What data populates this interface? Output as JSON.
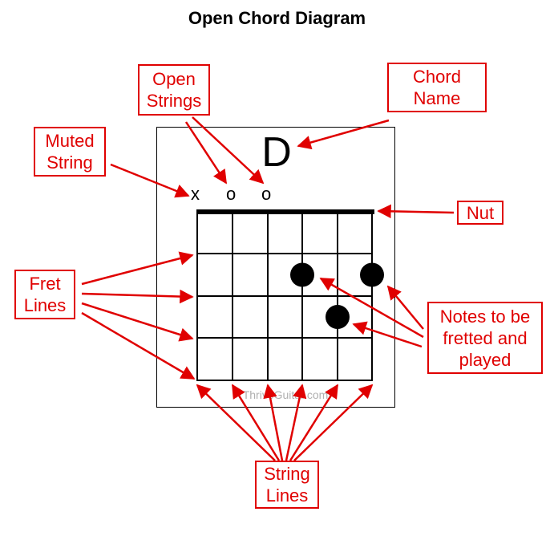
{
  "title": "Open Chord Diagram",
  "chord": {
    "name": "D",
    "string_markers": [
      "x",
      "o",
      "o",
      "",
      "",
      ""
    ],
    "frets_shown": 4,
    "strings": 6,
    "finger_positions": [
      {
        "string": 4,
        "fret": 2
      },
      {
        "string": 6,
        "fret": 2
      },
      {
        "string": 5,
        "fret": 3
      }
    ]
  },
  "watermark": "ThriveGuitar.com",
  "labels": {
    "open_strings": [
      "Open",
      "Strings"
    ],
    "chord_name": [
      "Chord",
      "Name"
    ],
    "muted_string": [
      "Muted",
      "String"
    ],
    "nut": [
      "Nut"
    ],
    "fret_lines": [
      "Fret",
      "Lines"
    ],
    "notes": [
      "Notes to be",
      "fretted and",
      "played"
    ],
    "string_lines": [
      "String",
      "Lines"
    ]
  },
  "colors": {
    "annotation": "#e00000",
    "ink": "#000000",
    "watermark": "#b0b0b0"
  }
}
